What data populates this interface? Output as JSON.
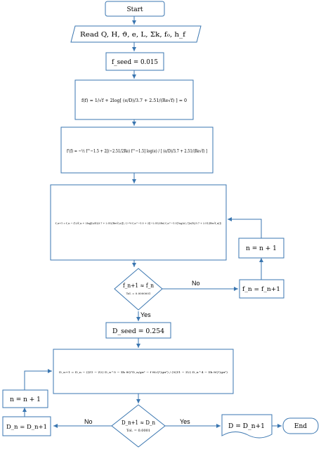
{
  "nodes": {
    "start": "Start",
    "read": "Read Q, H, ϑ, e, L, Σk, f₀, h_f",
    "fseed": "f_seed = 0.015",
    "fdef": "f(f) = 1/√f + 2log[ (e/D)/3.7 + 2.51/(Re√f) ] = 0",
    "fderiv": "f'(f) = −½ f^−1.5 + 2[(−2.51/2Re) f^−1.5] log(e) / [ (e/D)/3.7 + 2.51/(Re√f) ]",
    "newton": "f_n+1 = f_n − (1/√f_n + 2log[(e/D)/3.7 + 2.51/(Re√f_n)]) / (−½ f_n^−1.5 + 2[(−2.51/2Re) f_n^−1.5] log(e) / [(e/D)/3.7 + 2.51/(Re√f_n)])",
    "inc1": "n = n + 1",
    "upd1": "f_n = f_n+1",
    "dec1": "f_n+1 ≈ f_n",
    "dec1_tol": "Tol. = 0.0000001",
    "dseed": "D_seed = 0.254",
    "dnewton": "D_n+1 = D_n − ((Z1 − Z2) D_n^5 − Σk 8Q²D_n/gπ² − f 8LQ²/gπ²) / (5(Z1 − Z2) D_n^4 − Σk 8Q²/gπ²)",
    "inc2": "n = n + 1",
    "upd2": "D_n = D_n+1",
    "dec2": "D_n+1 ≈ D_n",
    "dec2_tol": "Tol. = 0.0001",
    "result": "D = D_n+1",
    "end": "End"
  },
  "edges": {
    "no1": "No",
    "yes1": "Yes",
    "no2": "No",
    "yes2": "Yes"
  },
  "colors": {
    "stroke": "#3a76b0"
  }
}
